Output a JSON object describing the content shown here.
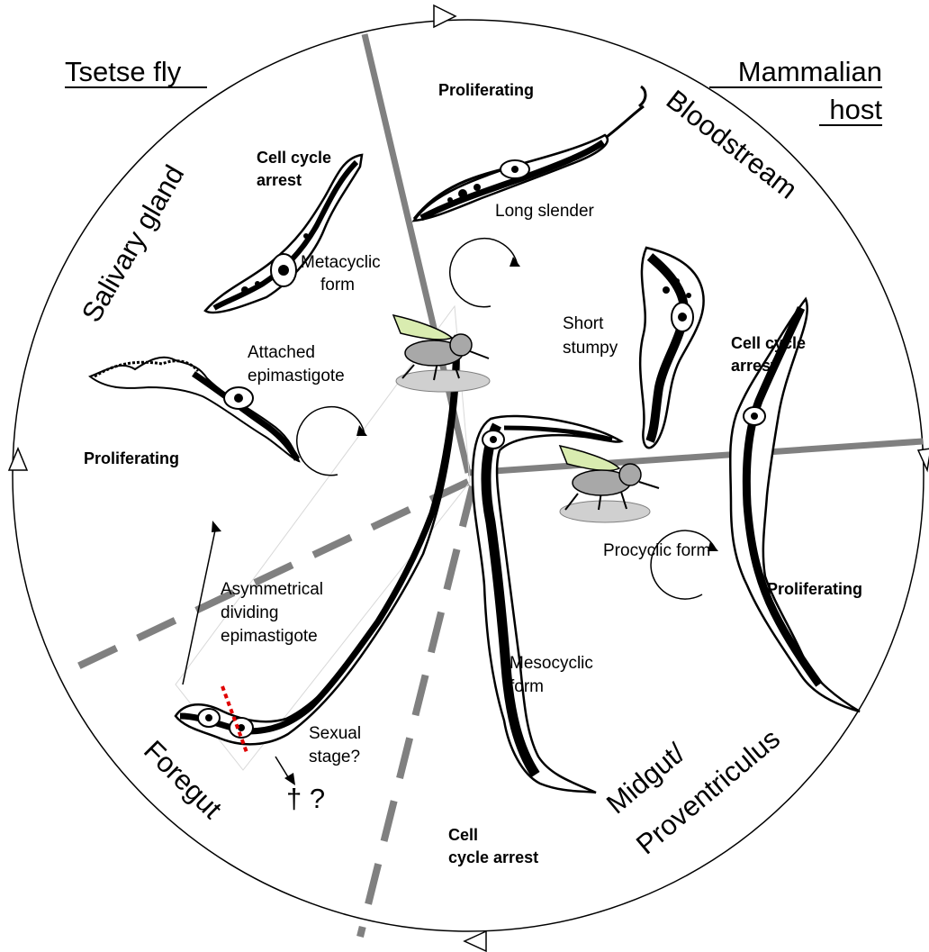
{
  "titles": {
    "tsetse": "Tsetse fly",
    "mammalian_1": "Mammalian",
    "mammalian_2": "host"
  },
  "regions": {
    "salivary": "Salivary gland",
    "bloodstream": "Bloodstream",
    "foregut": "Foregut",
    "midgut_1": "Midgut/",
    "midgut_2": "Proventriculus"
  },
  "stages": {
    "metacyclic_1": "Metacyclic",
    "metacyclic_2": "form",
    "attached_1": "Attached",
    "attached_2": "epimastigote",
    "long_slender": "Long slender",
    "stumpy_1": "Short",
    "stumpy_2": "stumpy",
    "procyclic": "Procyclic form",
    "mesocyclic_1": "Mesocyclic",
    "mesocyclic_2": "form",
    "asym_1": "Asymmetrical",
    "asym_2": "dividing",
    "asym_3": "epimastigote",
    "sexual_1": "Sexual",
    "sexual_2": "stage?",
    "death": "† ?"
  },
  "states": {
    "cca_meta_1": "Cell cycle",
    "cca_meta_2": "arrest",
    "prolif_blood": "Proliferating",
    "cca_stumpy_1": "Cell cycle",
    "cca_stumpy_2": "arrest",
    "prolif_salivary": "Proliferating",
    "prolif_procyclic": "Proliferating",
    "cca_meso_1": "Cell",
    "cca_meso_2": "cycle arrest"
  },
  "colors": {
    "divider": "#808080",
    "dotted_cut": "#e00000",
    "fly_body": "#a8a8a8",
    "fly_wing": "#d9ecb0",
    "platform": "#d0d0d0"
  }
}
